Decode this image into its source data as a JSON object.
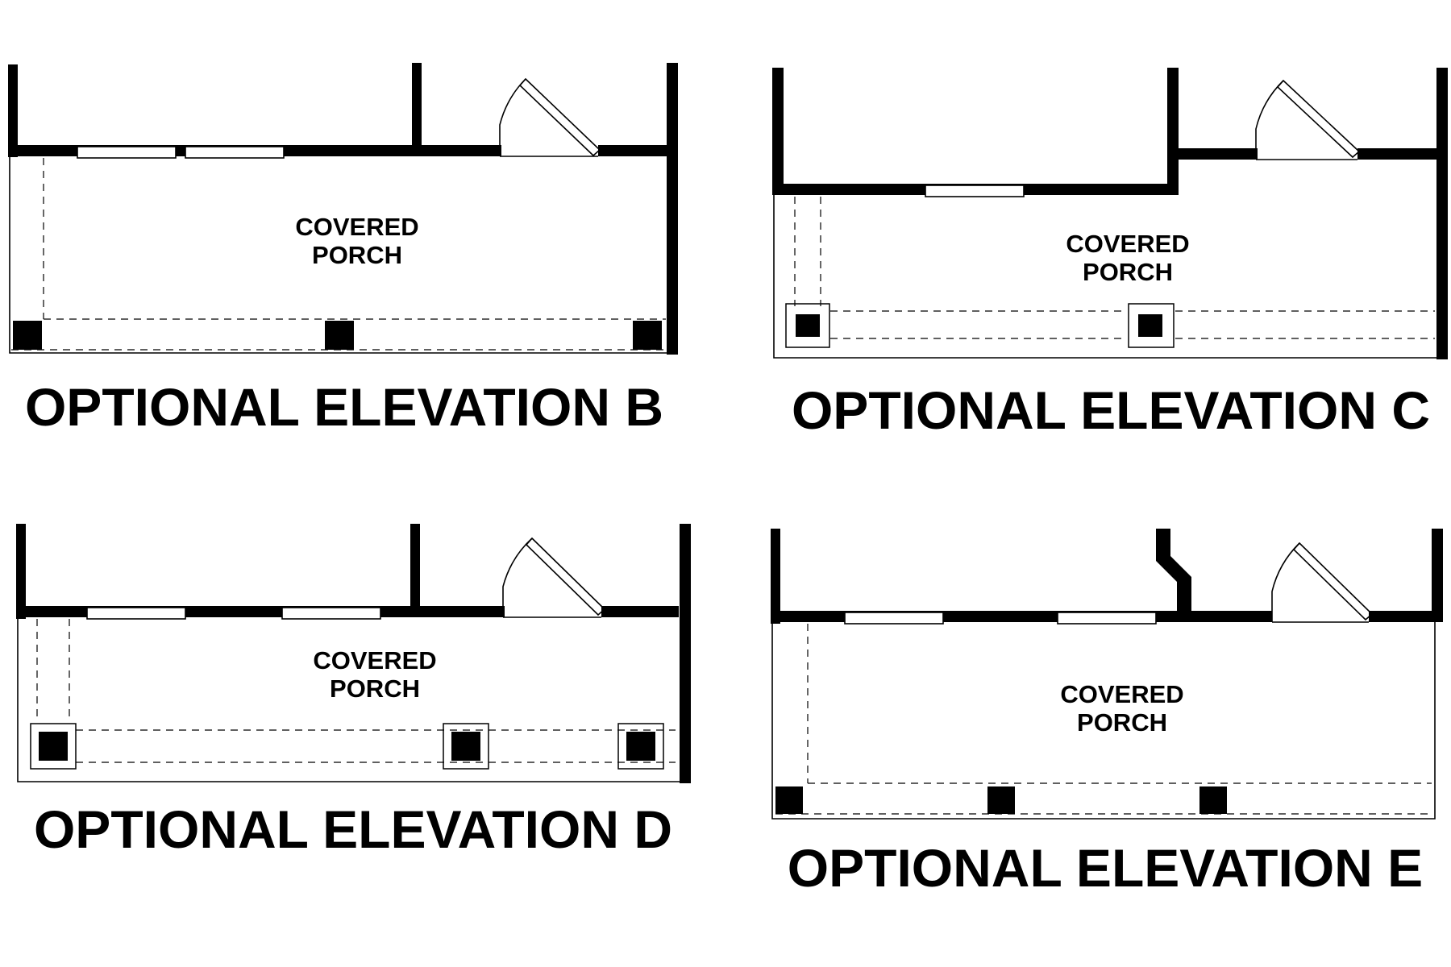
{
  "plans": [
    {
      "id": "b",
      "room_label_line1": "COVERED",
      "room_label_line2": "PORCH",
      "title": "OPTIONAL ELEVATION B"
    },
    {
      "id": "c",
      "room_label_line1": "COVERED",
      "room_label_line2": "PORCH",
      "title": "OPTIONAL ELEVATION C"
    },
    {
      "id": "d",
      "room_label_line1": "COVERED",
      "room_label_line2": "PORCH",
      "title": "OPTIONAL ELEVATION D"
    },
    {
      "id": "e",
      "room_label_line1": "COVERED",
      "room_label_line2": "PORCH",
      "title": "OPTIONAL ELEVATION E"
    }
  ],
  "colors": {
    "ink": "#000000",
    "paper": "#ffffff"
  }
}
